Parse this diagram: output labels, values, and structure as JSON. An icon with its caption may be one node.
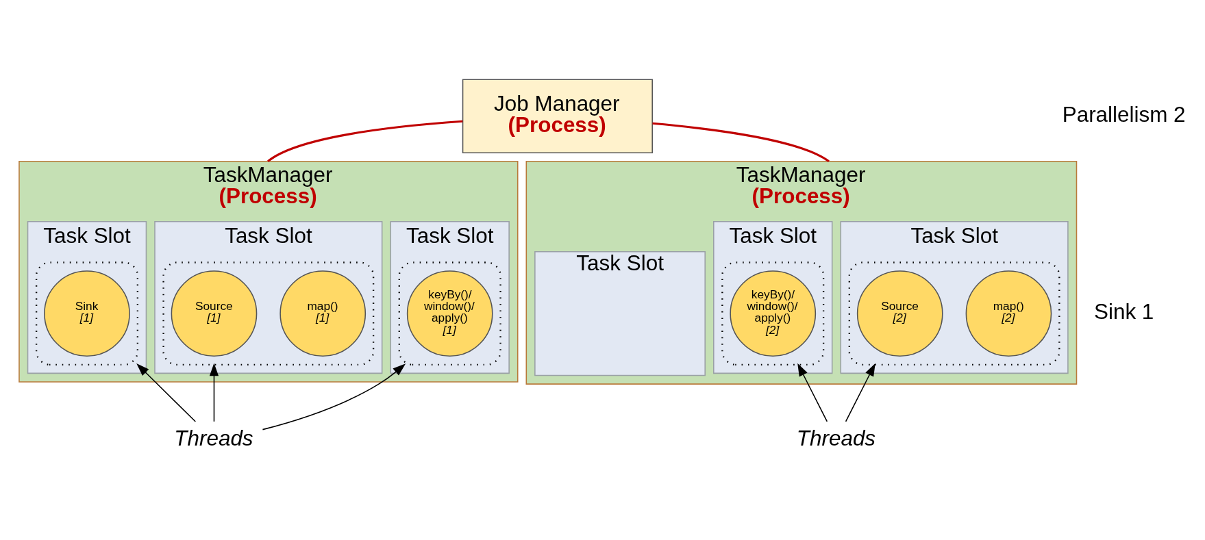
{
  "diagram": {
    "nodes": [
      {
        "text": [
          "Job Manager",
          "(Process)"
        ]
      },
      {
        "text": [
          "TaskManager",
          "(Process)"
        ]
      },
      {
        "text": [
          "Task Slot"
        ],
        "in": 1
      },
      {
        "text": [],
        "shape": "box",
        "in": 2
      },
      {
        "text": [
          "Source",
          "[1]"
        ],
        "in": 3
      },
      {
        "text": [
          "map()",
          "[1]"
        ],
        "in": 3
      },
      {
        "text": [
          "Task Slot"
        ],
        "in": 1
      },
      {
        "text": [],
        "shape": "box",
        "in": 6
      },
      {
        "text": [
          "keyBy()/ window()/ apply()",
          "[1]"
        ],
        "in": 7
      },
      {
        "text": [
          "Task Slot"
        ],
        "in": 1
      },
      {
        "text": [],
        "shape": "box",
        "in": 9
      },
      {
        "text": [
          "Sink",
          "[1]"
        ],
        "in": 10
      },
      {
        "text": [
          "TaskManager",
          "(Process)"
        ]
      },
      {
        "text": [
          "Task Slot"
        ],
        "in": 12
      },
      {
        "text": [],
        "shape": "box",
        "in": 13
      },
      {
        "text": [
          "Source",
          "[2]"
        ],
        "in": 14
      },
      {
        "text": [
          "map()",
          "[2]"
        ],
        "in": 14
      },
      {
        "text": [
          "Task Slot"
        ],
        "in": 12
      },
      {
        "text": [],
        "shape": "box",
        "in": 17
      },
      {
        "text": [
          "keyBy()/ window()/ apply()",
          "[2]"
        ],
        "in": 18
      },
      {
        "text": [
          "Task Slot"
        ],
        "in": 12
      },
      {
        "text": [
          "Threads"
        ]
      },
      {
        "text": [
          "Threads"
        ]
      }
    ],
    "edges": [
      {
        "from": 0,
        "to": 1,
        "arrow": "none",
        "color": "#c00000"
      },
      {
        "from": 0,
        "to": 12,
        "arrow": "none",
        "color": "#c00000"
      },
      {
        "from": 21,
        "to": 3,
        "arrow": "to"
      },
      {
        "from": 21,
        "to": 7,
        "arrow": "to"
      },
      {
        "from": 21,
        "to": 10,
        "arrow": "to"
      },
      {
        "from": 22,
        "to": 14,
        "arrow": "to"
      },
      {
        "from": 22,
        "to": 18,
        "arrow": "to"
      }
    ],
    "labels": [
      "Parallelism 2",
      "Sink 1"
    ]
  }
}
